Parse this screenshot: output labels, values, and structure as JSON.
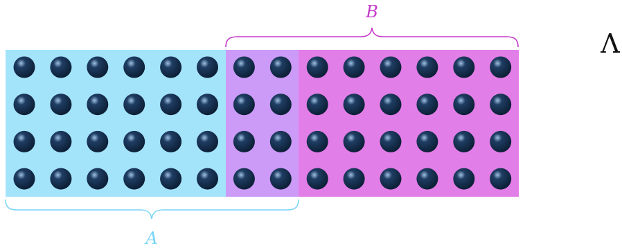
{
  "labels": {
    "A": "A",
    "B": "B",
    "lambda": "Λ"
  },
  "lattice": {
    "rows": 4,
    "cols": 14,
    "overlap_start_col": 6,
    "overlap_end_col": 8
  },
  "colors": {
    "region_A": "#a4e4fb",
    "region_overlap": "#cc9af7",
    "region_B": "#e27ee7",
    "brace_A": "#79d4f5",
    "brace_B": "#c43ac8",
    "label_A": "#79d4f5",
    "label_B": "#c43ac8",
    "label_lambda": "#111111",
    "sphere_dark": "#0b1d33",
    "sphere_mid": "#1f3d63",
    "sphere_light": "#9fc1e2"
  }
}
